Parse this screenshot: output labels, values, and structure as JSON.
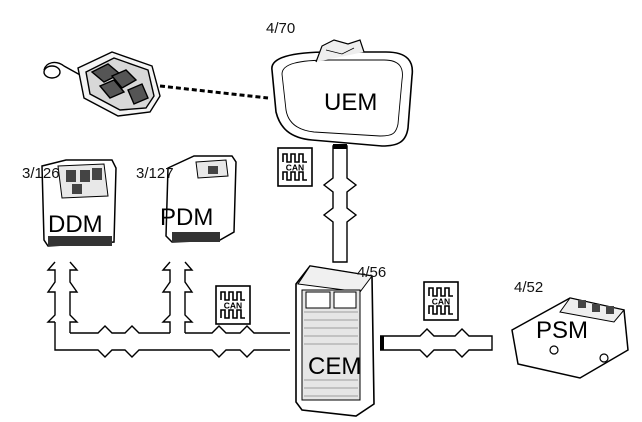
{
  "modules": {
    "uem": {
      "label": "UEM",
      "ref": "4/70"
    },
    "ddm": {
      "label": "DDM",
      "ref": "3/126"
    },
    "pdm": {
      "label": "PDM",
      "ref": "3/127"
    },
    "cem": {
      "label": "CEM",
      "ref": "4/56"
    },
    "psm": {
      "label": "PSM",
      "ref": "4/52"
    }
  },
  "can_badge": {
    "text": "CAN"
  }
}
